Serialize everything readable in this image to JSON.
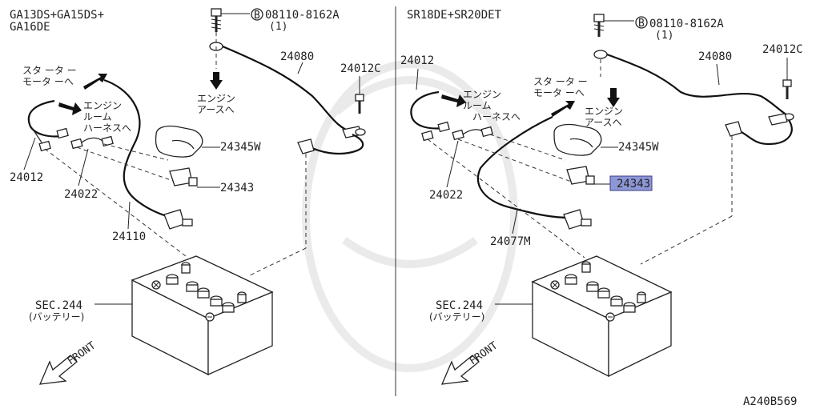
{
  "left_panel": {
    "title_lines": [
      "GA13DS+GA15DS+",
      "GA16DE"
    ],
    "bolt_code": "08110-8162A",
    "bolt_qty": "(1)",
    "bolt_symbol": "B",
    "starter_note": [
      "スタ ータ ー",
      "モータ ーへ"
    ],
    "harness_note": [
      "エンジン",
      "ルーム",
      "ハーネスへ"
    ],
    "earth_note": [
      "エンジン",
      "アースへ"
    ],
    "parts": {
      "p24080": "24080",
      "p24012c": "24012C",
      "p24345w": "24345W",
      "p24343": "24343",
      "p24012": "24012",
      "p24022": "24022",
      "p24110": "24110"
    },
    "battery_ref": "SEC.244",
    "battery_name": "(バッテリー)",
    "front": "FRONT"
  },
  "right_panel": {
    "title": "SR18DE+SR20DET",
    "bolt_code": "08110-8162A",
    "bolt_qty": "(1)",
    "bolt_symbol": "B",
    "starter_note": [
      "スタ ータ ー",
      "モータ ーへ"
    ],
    "harness_note": [
      "エンジン",
      "ルーム",
      "ハーネスへ"
    ],
    "earth_note": [
      "エンジン",
      "アースへ"
    ],
    "parts": {
      "p24080": "24080",
      "p24012c": "24012C",
      "p24345w": "24345W",
      "p24343": "24343",
      "p24012": "24012",
      "p24022": "24022",
      "p24077m": "24077M"
    },
    "battery_ref": "SEC.244",
    "battery_name": "(バッテリー)",
    "front": "FRONT"
  },
  "diagram_code": "A240B569",
  "highlight_color": "#8e97d6"
}
